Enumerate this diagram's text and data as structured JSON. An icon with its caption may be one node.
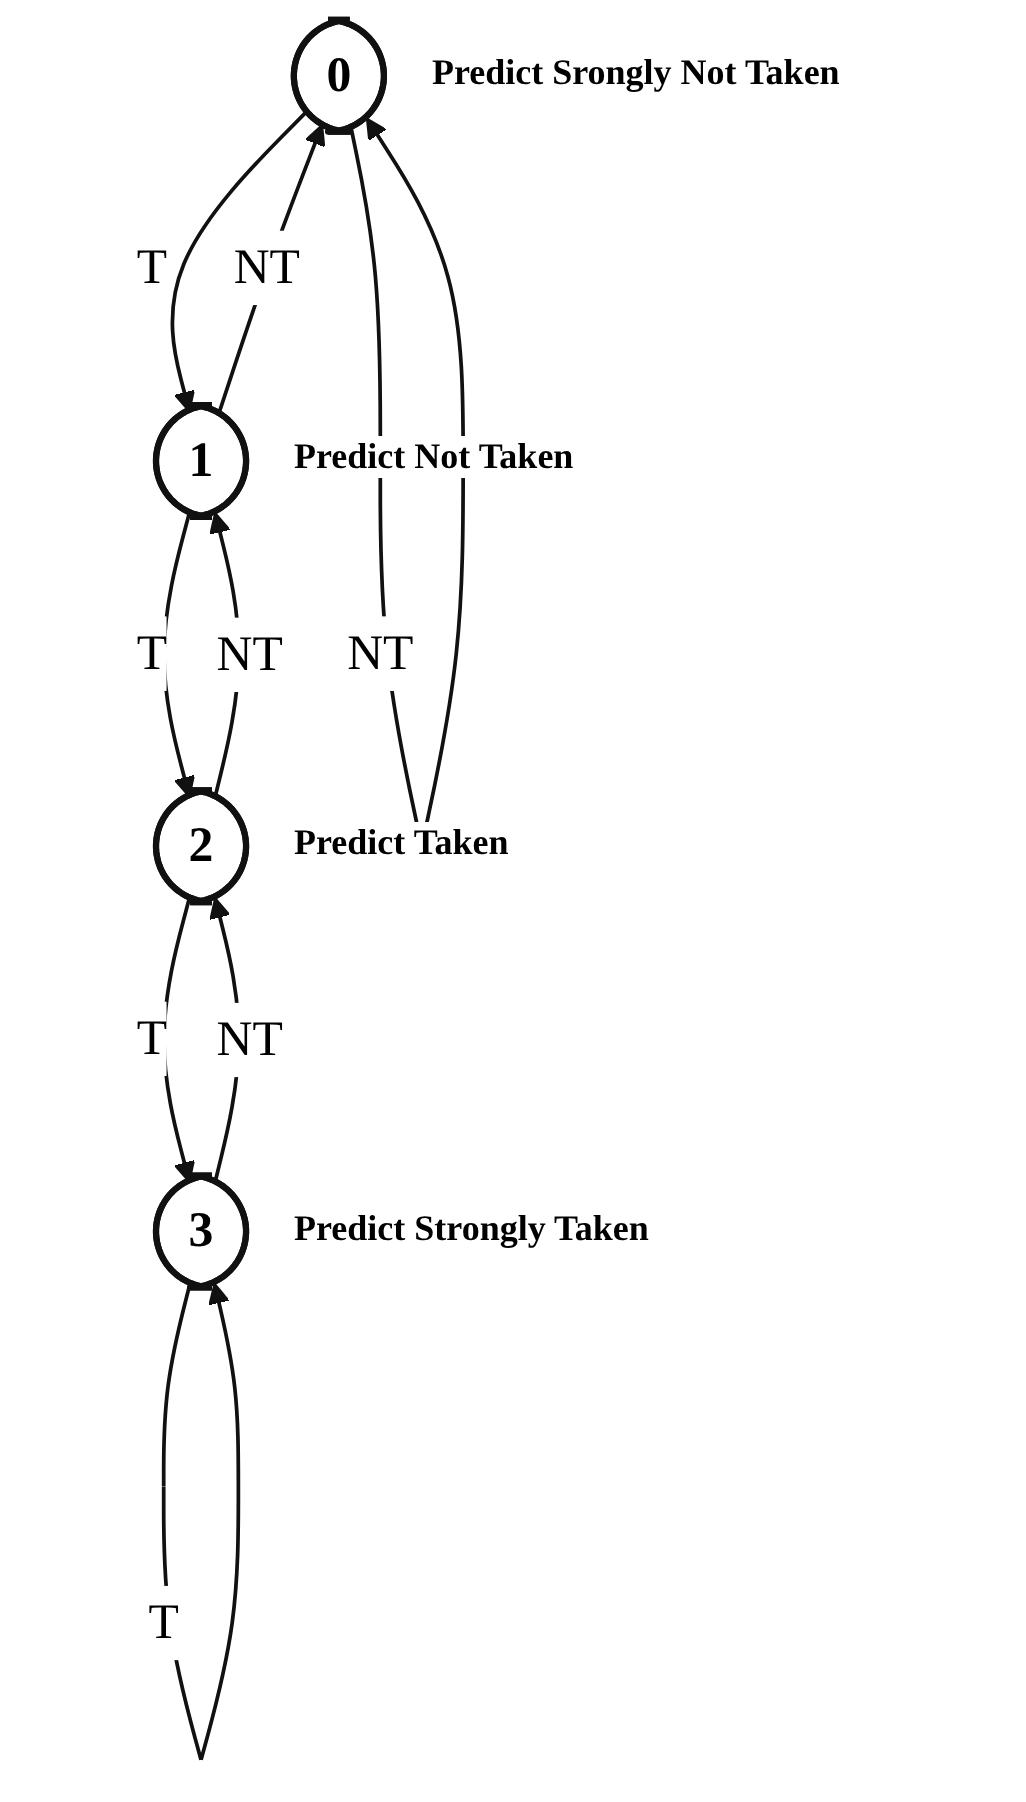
{
  "diagram": {
    "nodes": [
      {
        "text": [
          "0"
        ],
        "beside": [
          "Predict Srongly Not Taken"
        ]
      },
      {
        "text": [
          "1"
        ],
        "beside": [
          "Predict Not Taken"
        ]
      },
      {
        "text": [
          "2"
        ],
        "beside": [
          "Predict Taken"
        ]
      },
      {
        "text": [
          "3"
        ],
        "beside": [
          "Predict Strongly Taken"
        ]
      }
    ],
    "edges": [
      {
        "from": 0,
        "to": 0,
        "label": "NT",
        "arrow": "to"
      },
      {
        "from": 0,
        "to": 1,
        "label": "T",
        "arrow": "to"
      },
      {
        "from": 1,
        "to": 0,
        "label": "NT",
        "arrow": "to"
      },
      {
        "from": 1,
        "to": 2,
        "label": "T",
        "arrow": "to"
      },
      {
        "from": 2,
        "to": 1,
        "label": "NT",
        "arrow": "to"
      },
      {
        "from": 2,
        "to": 3,
        "label": "T",
        "arrow": "to"
      },
      {
        "from": 3,
        "to": 2,
        "label": "NT",
        "arrow": "to"
      },
      {
        "from": 3,
        "to": 3,
        "label": "T",
        "arrow": "to"
      }
    ]
  }
}
